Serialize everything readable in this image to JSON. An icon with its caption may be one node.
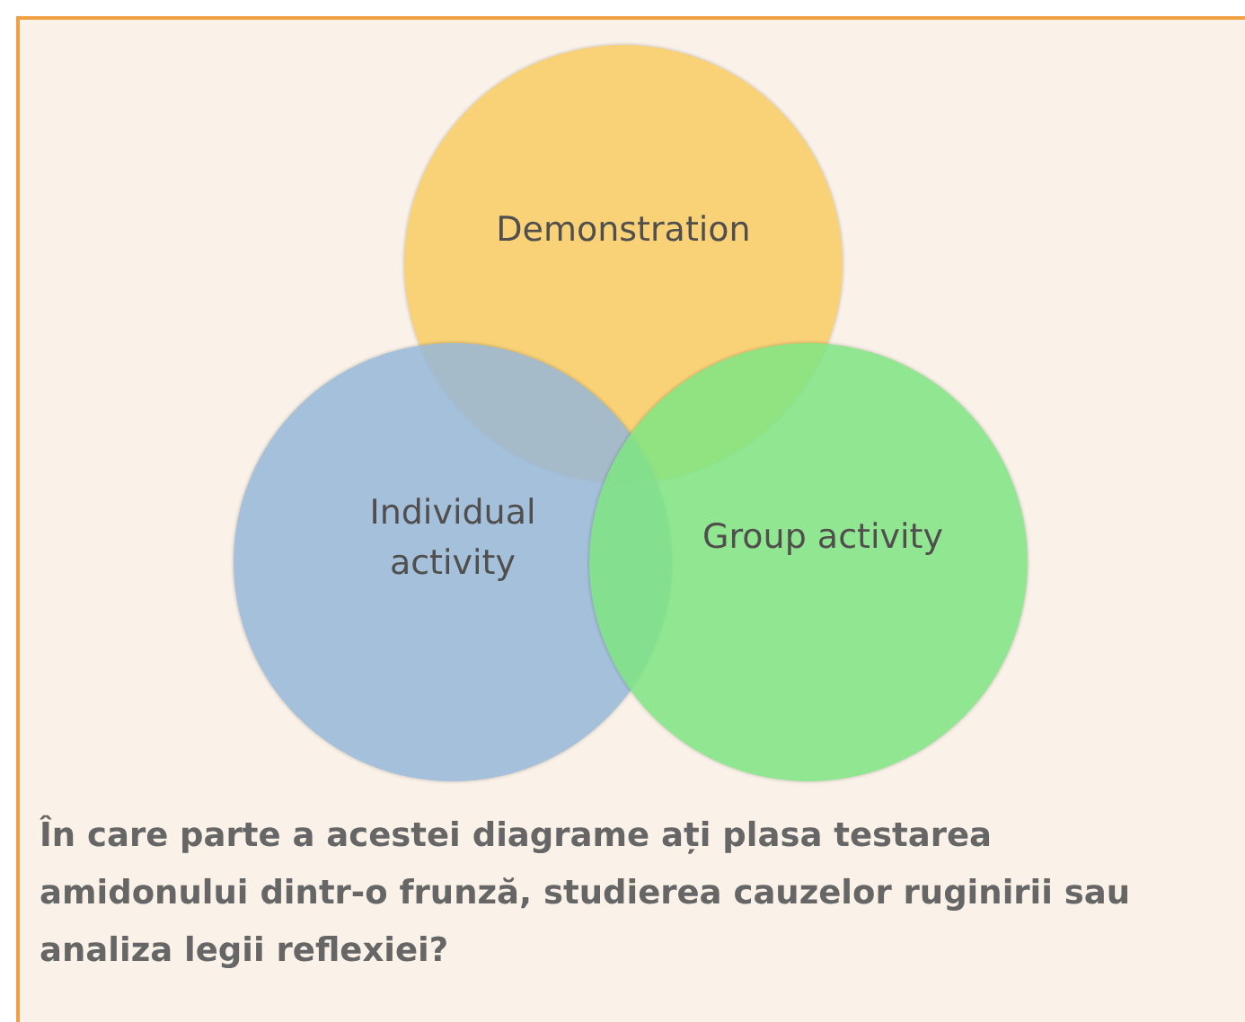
{
  "diagram": {
    "caption": "În care parte a acestei diagrame ați plasa testarea amidonului dintr-o frunză, studierea cauzelor ruginirii sau analiza legii reflexiei?",
    "nodes": [
      {
        "text": [
          "Demonstration"
        ]
      },
      {
        "text": [
          "Individual activity"
        ]
      },
      {
        "text": [
          "Group activity"
        ]
      }
    ],
    "edges": []
  }
}
